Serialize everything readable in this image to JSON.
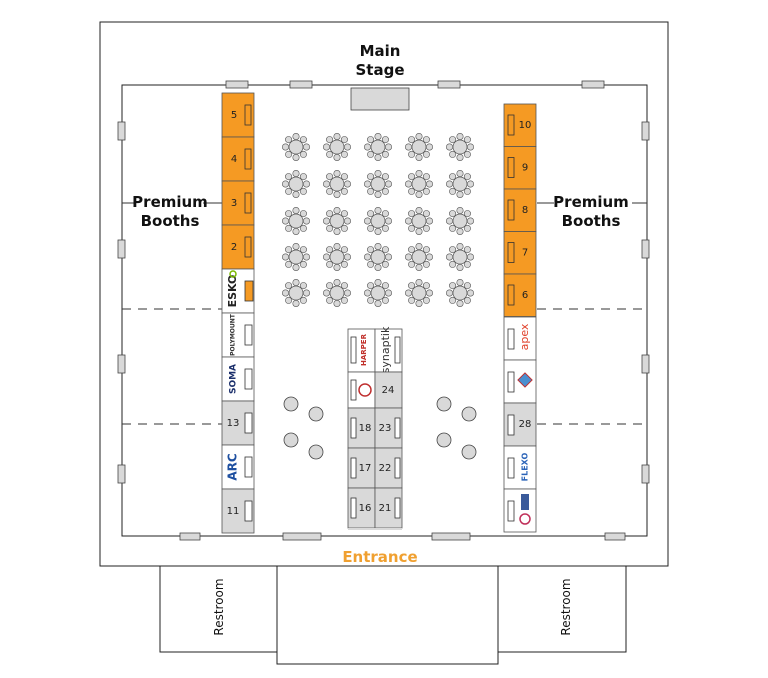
{
  "labels": {
    "main_stage_line1": "Main",
    "main_stage_line2": "Stage",
    "premium_left_line1": "Premium",
    "premium_left_line2": "Booths",
    "premium_right_line1": "Premium",
    "premium_right_line2": "Booths",
    "entrance": "Entrance",
    "restroom_left": "Restroom",
    "restroom_right": "Restroom"
  },
  "colors": {
    "premium": "#f59a23",
    "standard": "#d9d9d9",
    "sponsor": "#ffffff",
    "entrance": "#f0a030"
  },
  "booths": {
    "left_premium": [
      "5",
      "4",
      "3",
      "2"
    ],
    "left_sponsor_top": "ESKO",
    "left_column_lower": [
      "POLYMOUNT",
      "SOMA",
      "13",
      "ARC",
      "11"
    ],
    "right_premium": [
      "10",
      "9",
      "8",
      "7",
      "6"
    ],
    "right_column_lower": [
      "apex",
      "logo-diamond",
      "28",
      "FLEXO",
      "logo-flower"
    ],
    "center_top": [
      "HARPER",
      "synaptik"
    ],
    "center_rows": [
      [
        "24"
      ],
      [
        "18",
        "23"
      ],
      [
        "17",
        "22"
      ],
      [
        "16",
        "21"
      ]
    ]
  }
}
